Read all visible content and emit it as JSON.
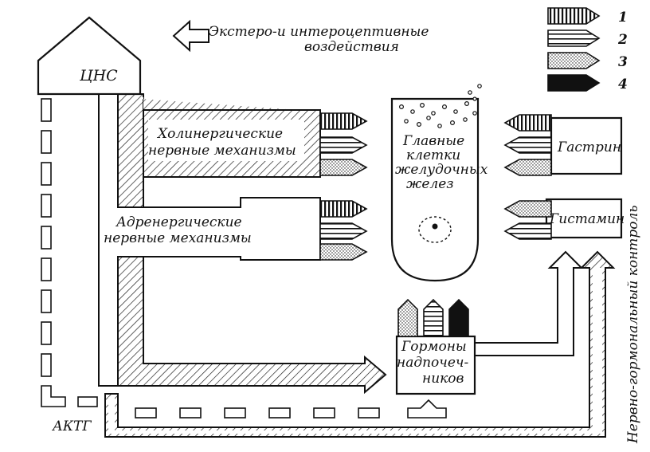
{
  "cns": {
    "label": "ЦНС"
  },
  "external_input": {
    "line1": "Экстеро-и интероцептивные",
    "line2": "воздействия"
  },
  "cholinergic": {
    "line1": "Холинергические",
    "line2": "нервные механизмы"
  },
  "adrenergic": {
    "line1": "Адренергические",
    "line2": "нервные механизмы"
  },
  "chief_cells": {
    "line1": "Главные",
    "line2": "клетки",
    "line3": "желудочных",
    "line4": "желез"
  },
  "gastrin": {
    "label": "Гастрин"
  },
  "histamine": {
    "label": "Гистамин"
  },
  "adrenal": {
    "line1": "Гормоны",
    "line2": "надпочеч-",
    "line3": "ников"
  },
  "actg": {
    "label": "АКТГ"
  },
  "control": {
    "label": "Нервно-гормональный контроль"
  },
  "legend": {
    "items": [
      {
        "num": "1",
        "pattern": "vertical-stripes"
      },
      {
        "num": "2",
        "pattern": "horizontal-stripes"
      },
      {
        "num": "3",
        "pattern": "dots"
      },
      {
        "num": "4",
        "pattern": "solid-black"
      }
    ]
  }
}
